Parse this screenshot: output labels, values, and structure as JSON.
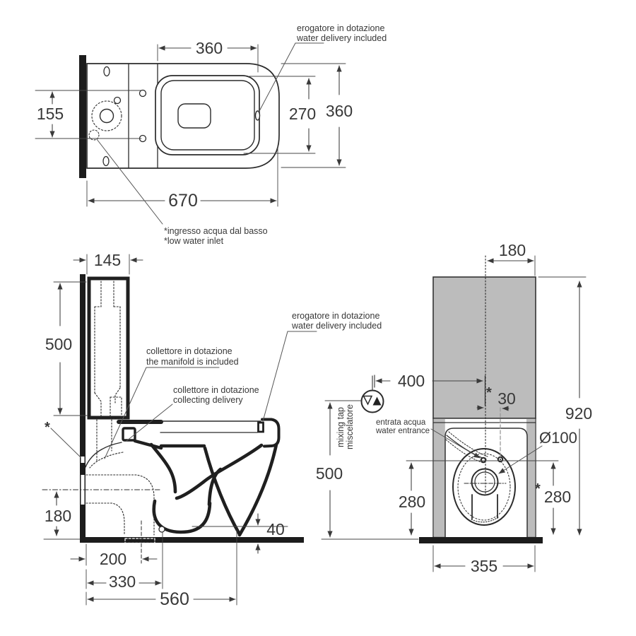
{
  "top_view": {
    "dim_seat_width": "360",
    "dim_inlet_span": "155",
    "dim_bowl_depth": "270",
    "dim_total_depth": "360",
    "dim_total_length": "670",
    "label_erogatore_line1": "erogatore in dotazione",
    "label_erogatore_line2": "water delivery included",
    "label_inlet_line1": "*ingresso acqua dal basso",
    "label_inlet_line2": "*low water inlet"
  },
  "side_view": {
    "dim_tank_depth": "145",
    "dim_tank_height": "500",
    "dim_outlet_center_height": "180",
    "dim_wall_outlet": "200",
    "dim_floor_drain": "330",
    "dim_total_depth": "560",
    "dim_outlet_height": "40",
    "star": "*",
    "label_manifold_line1": "collettore in dotazione",
    "label_manifold_line2": "the manifold is included",
    "label_collecting_line1": "collettore in dotazione",
    "label_collecting_line2": "collecting delivery",
    "label_erogatore_line1": "erogatore in dotazione",
    "label_erogatore_line2": "water delivery included"
  },
  "front_view": {
    "dim_center_offset": "180",
    "dim_height": "920",
    "dim_tap_offset": "400",
    "dim_center_shift": "30",
    "star_center_shift": "*",
    "dim_tap_height": "500",
    "dim_inlet_height_left": "280",
    "dim_inlet_height_right": "280",
    "star_inlet": "*",
    "dim_drain_diameter": "Ø100",
    "dim_base_width": "355",
    "label_mixing_line1": "mixing tap",
    "label_mixing_line2": "miscelatore",
    "label_entry_line1": "entrata acqua",
    "label_entry_line2": "water entrance"
  },
  "colors": {
    "line": "#2b2b2b",
    "dim_line": "#444444",
    "text": "#383838",
    "tank_gray": "#bcbcbc",
    "dashed_gray": "#9a9a9a"
  }
}
